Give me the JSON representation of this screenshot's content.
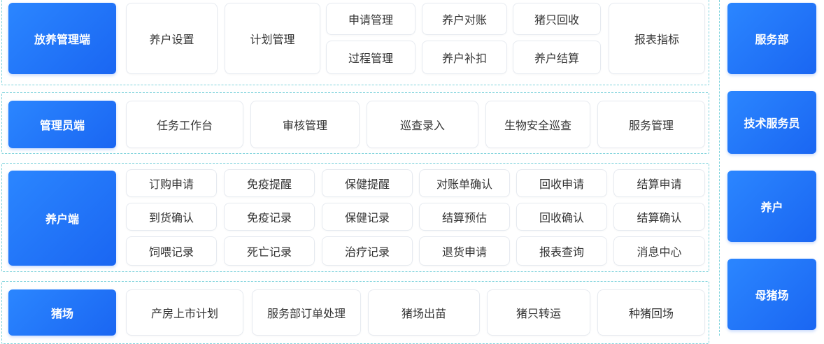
{
  "rows": [
    {
      "label": "放养管理端",
      "cards": {
        "c1": "养户设置",
        "c2": "计划管理",
        "c3": "申请管理",
        "c4": "养户对账",
        "c5": "猪只回收",
        "c6": "过程管理",
        "c7": "养户补扣",
        "c8": "养户结算",
        "c9": "报表指标"
      }
    },
    {
      "label": "管理员端",
      "cards": [
        "任务工作台",
        "审核管理",
        "巡查录入",
        "生物安全巡查",
        "服务管理"
      ]
    },
    {
      "label": "养户端",
      "cards": [
        [
          "订购申请",
          "免疫提醒",
          "保健提醒",
          "对账单确认",
          "回收申请",
          "结算申请"
        ],
        [
          "到货确认",
          "免疫记录",
          "保健记录",
          "结算预估",
          "回收确认",
          "结算确认"
        ],
        [
          "饲喂记录",
          "死亡记录",
          "治疗记录",
          "退货申请",
          "报表查询",
          "消息中心"
        ]
      ]
    },
    {
      "label": "猪场",
      "cards": [
        "产房上市计划",
        "服务部订单处理",
        "猪场出苗",
        "猪只转运",
        "种猪回场"
      ]
    }
  ],
  "roles": [
    "服务部",
    "技术服务员",
    "养户",
    "母猪场"
  ]
}
